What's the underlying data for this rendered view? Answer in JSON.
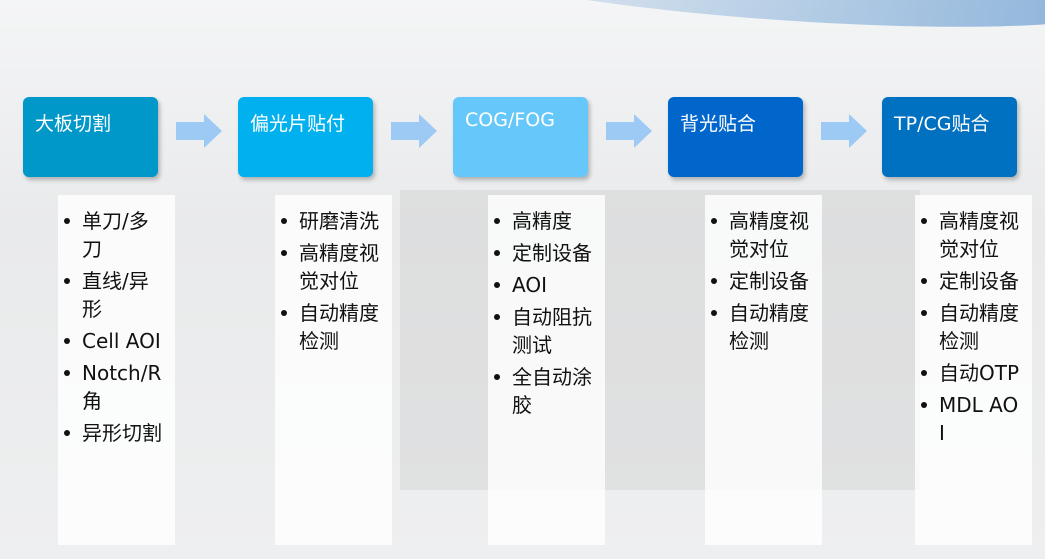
{
  "steps": [
    {
      "label": "大板切割",
      "color": "#0097c9",
      "items": [
        "单刀/多刀",
        "直线/异形",
        "Cell AOI",
        "Notch/R角",
        "异形切割"
      ]
    },
    {
      "label": "偏光片贴付",
      "color": "#00b0ef",
      "items": [
        "研磨清洗",
        "高精度视觉对位",
        "自动精度检测"
      ]
    },
    {
      "label": "COG/FOG",
      "color": "#66c8fa",
      "items": [
        "高精度",
        "定制设备",
        "AOI",
        "自动阻抗测试",
        "全自动涂胶"
      ]
    },
    {
      "label": "背光贴合",
      "color": "#0066cc",
      "items": [
        "高精度视觉对位",
        "定制设备",
        "自动精度检测"
      ]
    },
    {
      "label": "TP/CG贴合",
      "color": "#0070c0",
      "items": [
        "高精度视觉对位",
        "定制设备",
        "自动精度检测",
        "自动OTP",
        "MDL AOI"
      ]
    }
  ],
  "arrow_color": "#9dcaf5"
}
